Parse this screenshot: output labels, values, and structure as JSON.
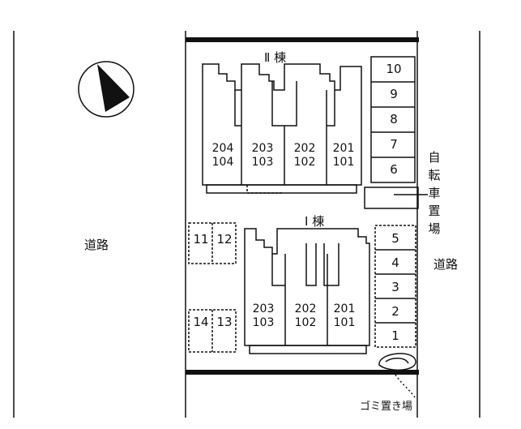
{
  "buildings": {
    "building_2": {
      "label": "Ⅱ 棟",
      "units": [
        {
          "upper": "204",
          "lower": "104"
        },
        {
          "upper": "203",
          "lower": "103"
        },
        {
          "upper": "202",
          "lower": "102"
        },
        {
          "upper": "201",
          "lower": "101"
        }
      ]
    },
    "building_1": {
      "label": "Ⅰ 棟",
      "units": [
        {
          "upper": "203",
          "lower": "103"
        },
        {
          "upper": "202",
          "lower": "102"
        },
        {
          "upper": "201",
          "lower": "101"
        }
      ]
    }
  },
  "parking_right_top": [
    "10",
    "9",
    "8",
    "7",
    "6"
  ],
  "parking_right_bottom": [
    "5",
    "4",
    "3",
    "2",
    "1"
  ],
  "parking_left": {
    "top": [
      "11",
      "12"
    ],
    "bottom": [
      "14",
      "13"
    ]
  },
  "bicycle_parking_chars": [
    "自",
    "転",
    "車",
    "置",
    "場"
  ],
  "roads": {
    "left": "道路",
    "right": "道路"
  },
  "garbage_area_label": "ゴミ置き場",
  "icons": {
    "compass": "north-arrow-icon"
  }
}
